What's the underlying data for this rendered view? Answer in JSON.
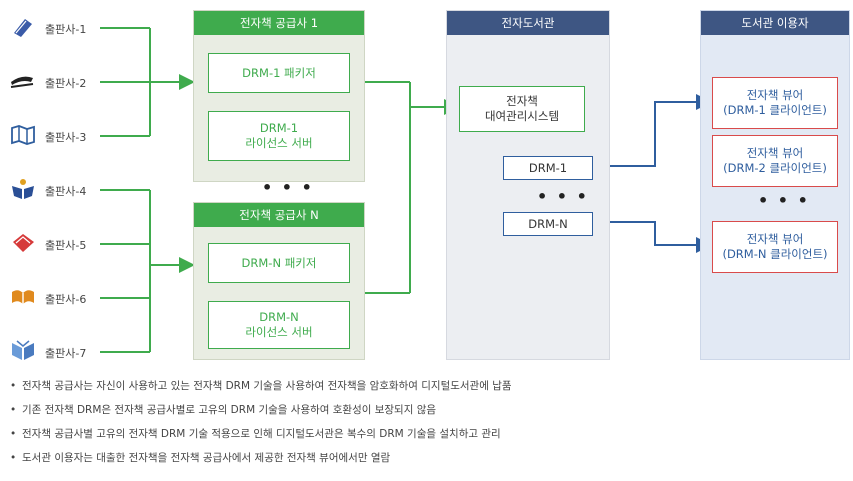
{
  "publishers": [
    {
      "label": "출판사-1",
      "icon": "book-icon",
      "color": "#3a5ba8"
    },
    {
      "label": "출판사-2",
      "icon": "open-book-icon",
      "color": "#222222"
    },
    {
      "label": "출판사-3",
      "icon": "map-icon",
      "color": "#2f5e9e"
    },
    {
      "label": "출판사-4",
      "icon": "person-book-icon",
      "color": "#2a4f96"
    },
    {
      "label": "출판사-5",
      "icon": "red-book-icon",
      "color": "#d63a3a"
    },
    {
      "label": "출판사-6",
      "icon": "orange-book-icon",
      "color": "#e08a1e"
    },
    {
      "label": "출판사-7",
      "icon": "blue-open-book-icon",
      "color": "#4a7bbf"
    }
  ],
  "supplier1": {
    "title": "전자책 공급사 1",
    "packager": "DRM-1 패키저",
    "license": "DRM-1\n라이선스 서버"
  },
  "supplier_dots": "• • •",
  "supplierN": {
    "title": "전자책 공급사 N",
    "packager": "DRM-N 패키저",
    "license": "DRM-N\n라이선스 서버"
  },
  "library": {
    "title": "전자도서관",
    "system": "전자책\n대여관리시스템",
    "drm1": "DRM-1",
    "dots": "• • •",
    "drmN": "DRM-N"
  },
  "users": {
    "title": "도서관 이용자",
    "viewer1": "전자책 뷰어\n(DRM-1 클라이언트)",
    "viewer2": "전자책 뷰어\n(DRM-2 클라이언트)",
    "dots": "• • •",
    "viewerN": "전자책 뷰어\n(DRM-N 클라이언트)"
  },
  "notes": [
    "전자책 공급사는 자신이 사용하고 있는 전자책 DRM 기술을 사용하여 전자책을 암호화하여 디지털도서관에 납품",
    "기존 전자책 DRM은 전자책 공급사별로 고유의 DRM 기술을 사용하여 호환성이 보장되지 않음",
    "전자책 공급사별 고유의 전자책 DRM 기술 적용으로 인해 디지털도서관은 복수의 DRM 기술을 설치하고 관리",
    "도서관 이용자는 대출한 전자책을 전자책 공급사에서 제공한 전자책 뷰어에서만 열람"
  ],
  "bullet": "•",
  "colors": {
    "green": "#3fab4d",
    "navy": "#3e5683",
    "blue": "#2f5e9e",
    "red": "#d94b4b"
  }
}
